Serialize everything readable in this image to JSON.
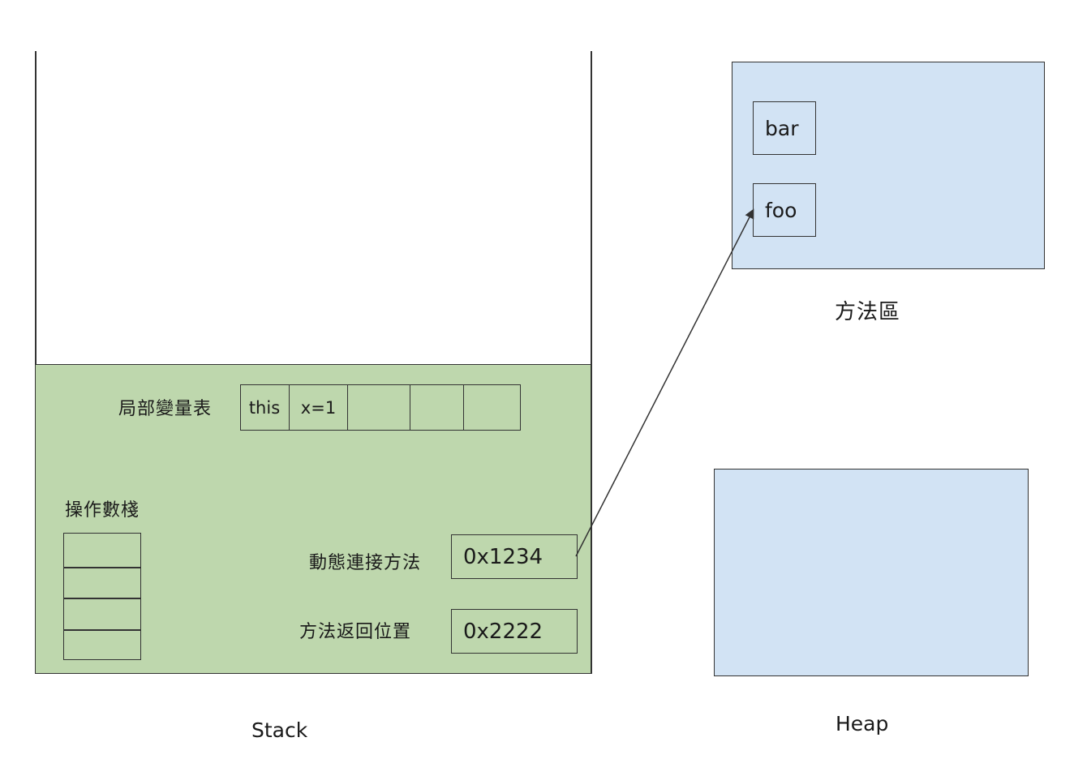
{
  "stack": {
    "caption": "Stack",
    "frame": {
      "local_var_label": "局部變量表",
      "local_vars": [
        "this",
        "x=1",
        "",
        "",
        ""
      ],
      "operand_stack_label": "操作數棧",
      "operand_stack_slots": [
        "",
        "",
        "",
        ""
      ],
      "dynamic_link_label": "動態連接方法",
      "dynamic_link_value": "0x1234",
      "return_addr_label": "方法返回位置",
      "return_addr_value": "0x2222"
    }
  },
  "method_area": {
    "caption": "方法區",
    "methods": [
      "bar",
      "foo"
    ]
  },
  "heap": {
    "caption": "Heap"
  },
  "colors": {
    "frame_fill": "#bed7ad",
    "method_area_fill": "#d2e3f4",
    "heap_fill": "#d2e3f4",
    "stroke": "#333333"
  }
}
